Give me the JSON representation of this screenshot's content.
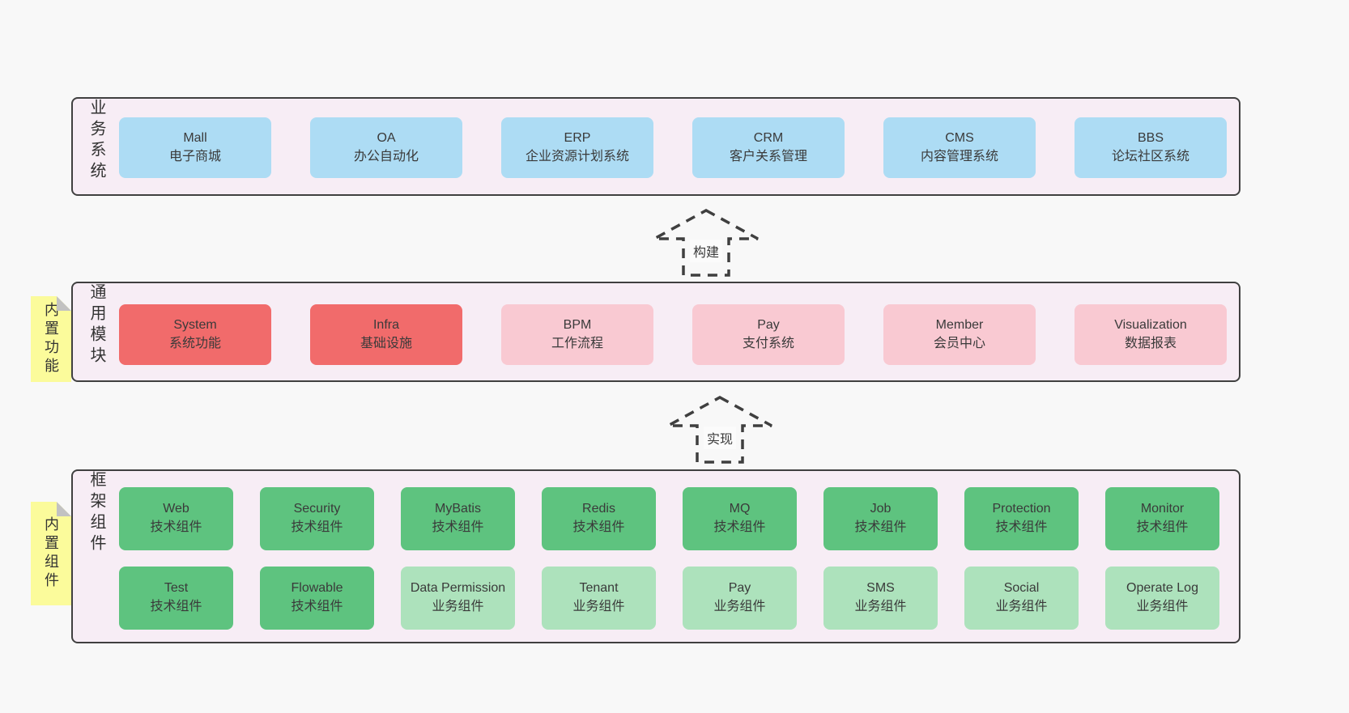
{
  "arrows": {
    "build": {
      "label": "构建"
    },
    "implement": {
      "label": "实现"
    }
  },
  "layers": {
    "business": {
      "label": "业务系统",
      "boxes": [
        {
          "title": "Mall",
          "subtitle": "电子商城"
        },
        {
          "title": "OA",
          "subtitle": "办公自动化"
        },
        {
          "title": "ERP",
          "subtitle": "企业资源计划系统"
        },
        {
          "title": "CRM",
          "subtitle": "客户关系管理"
        },
        {
          "title": "CMS",
          "subtitle": "内容管理系统"
        },
        {
          "title": "BBS",
          "subtitle": "论坛社区系统"
        }
      ]
    },
    "modules": {
      "label": "通用模块",
      "sticky": "内置功能",
      "boxes": [
        {
          "title": "System",
          "subtitle": "系统功能",
          "variant": "red"
        },
        {
          "title": "Infra",
          "subtitle": "基础设施",
          "variant": "red"
        },
        {
          "title": "BPM",
          "subtitle": "工作流程",
          "variant": "pink"
        },
        {
          "title": "Pay",
          "subtitle": "支付系统",
          "variant": "pink"
        },
        {
          "title": "Member",
          "subtitle": "会员中心",
          "variant": "pink"
        },
        {
          "title": "Visualization",
          "subtitle": "数据报表",
          "variant": "pink"
        }
      ]
    },
    "framework": {
      "label": "框架组件",
      "sticky": "内置组件",
      "row1": [
        {
          "title": "Web",
          "subtitle": "技术组件",
          "variant": "green"
        },
        {
          "title": "Security",
          "subtitle": "技术组件",
          "variant": "green"
        },
        {
          "title": "MyBatis",
          "subtitle": "技术组件",
          "variant": "green"
        },
        {
          "title": "Redis",
          "subtitle": "技术组件",
          "variant": "green"
        },
        {
          "title": "MQ",
          "subtitle": "技术组件",
          "variant": "green"
        },
        {
          "title": "Job",
          "subtitle": "技术组件",
          "variant": "green"
        },
        {
          "title": "Protection",
          "subtitle": "技术组件",
          "variant": "green"
        },
        {
          "title": "Monitor",
          "subtitle": "技术组件",
          "variant": "green"
        }
      ],
      "row2": [
        {
          "title": "Test",
          "subtitle": "技术组件",
          "variant": "green"
        },
        {
          "title": "Flowable",
          "subtitle": "技术组件",
          "variant": "green"
        },
        {
          "title": "Data Permission",
          "subtitle": "业务组件",
          "variant": "lightgreen"
        },
        {
          "title": "Tenant",
          "subtitle": "业务组件",
          "variant": "lightgreen"
        },
        {
          "title": "Pay",
          "subtitle": "业务组件",
          "variant": "lightgreen"
        },
        {
          "title": "SMS",
          "subtitle": "业务组件",
          "variant": "lightgreen"
        },
        {
          "title": "Social",
          "subtitle": "业务组件",
          "variant": "lightgreen"
        },
        {
          "title": "Operate Log",
          "subtitle": "业务组件",
          "variant": "lightgreen"
        }
      ]
    }
  },
  "colors": {
    "blue": "#addcf4",
    "red": "#f16b6b",
    "pink": "#f9c9d2",
    "green": "#5ec37f",
    "lightgreen": "#ade2bc",
    "panel_bg": "#f7edf5",
    "sticky_yellow": "#fbfb9b",
    "border": "#404040",
    "page_bg": "#f8f8f8"
  }
}
